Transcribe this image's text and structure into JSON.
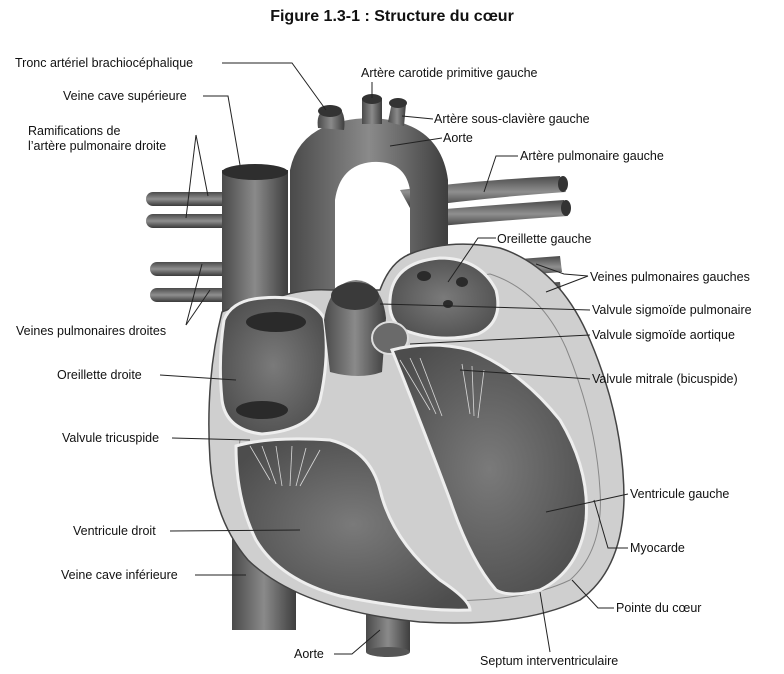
{
  "title": "Figure 1.3-1 : Structure du cœur",
  "labels": {
    "tronc": "Tronc artériel brachiocéphalique",
    "veine_cave_sup": "Veine cave supérieure",
    "ramifications": "Ramifications de\nl’artère pulmonaire droite",
    "veines_pulm_droites": "Veines pulmonaires droites",
    "oreillette_droite": "Oreillette droite",
    "valvule_tricuspide": "Valvule tricuspide",
    "ventricule_droit": "Ventricule droit",
    "veine_cave_inf": "Veine cave inférieure",
    "aorte_bas": "Aorte",
    "carotide": "Artère carotide primitive gauche",
    "sous_claviere": "Artère sous-clavière gauche",
    "aorte_haut": "Aorte",
    "pulm_gauche": "Artère pulmonaire gauche",
    "oreillette_gauche": "Oreillette gauche",
    "veines_pulm_gauches": "Veines pulmonaires gauches",
    "sigmoide_pulm": "Valvule sigmoïde pulmonaire",
    "sigmoide_aort": "Valvule sigmoïde aortique",
    "mitrale": "Valvule mitrale (bicuspide)",
    "ventricule_gauche": "Ventricule gauche",
    "myocarde": "Myocarde",
    "pointe": "Pointe du cœur",
    "septum": "Septum interventriculaire"
  }
}
